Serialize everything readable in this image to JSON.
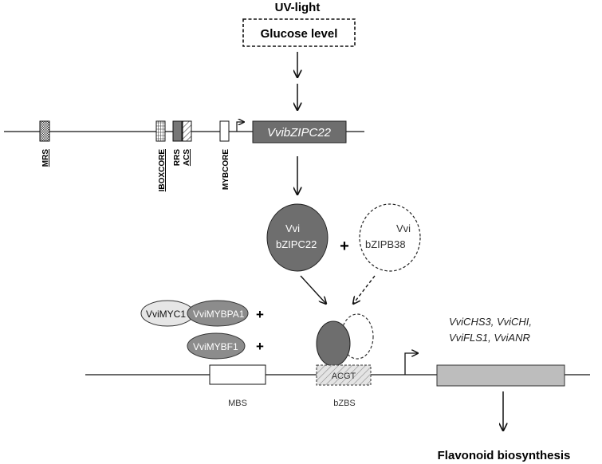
{
  "title_top": "UV-light",
  "glucose_box": "Glucose level",
  "gene_name": "VvibZIPC22",
  "promoter_elements": [
    {
      "label": "MRS",
      "underline": true
    },
    {
      "label": "IBOXCORE",
      "underline": true
    },
    {
      "label": "RRS",
      "underline": false
    },
    {
      "label": "ACS",
      "underline": true
    },
    {
      "label": "MYBCORE",
      "underline": false
    }
  ],
  "proteins": {
    "bzipc22_line1": "Vvi",
    "bzipc22_line2": "bZIPC22",
    "plus": "+",
    "bzipb38_line1": "Vvi",
    "bzipb38_line2": "bZIPB38"
  },
  "myb_complex": {
    "myc1": "VviMYC1",
    "mybpa1": "VviMYBPA1",
    "mybf1": "VviMYBF1",
    "plus1": "+",
    "plus2": "+"
  },
  "bottom_promoter": {
    "mbs_label": "MBS",
    "acgt": "ACGT",
    "bzbs_label": "bZBS"
  },
  "target_genes": {
    "line1": "VviCHS3, VviCHI,",
    "line2": "VviFLS1, VviANR"
  },
  "output": "Flavonoid biosynthesis",
  "colors": {
    "dark_fill": "#6b6b6b",
    "mid_fill": "#8c8c8c",
    "light_fill": "#bdbdbd",
    "pale_fill": "#e6e6e6",
    "line": "#111111"
  }
}
